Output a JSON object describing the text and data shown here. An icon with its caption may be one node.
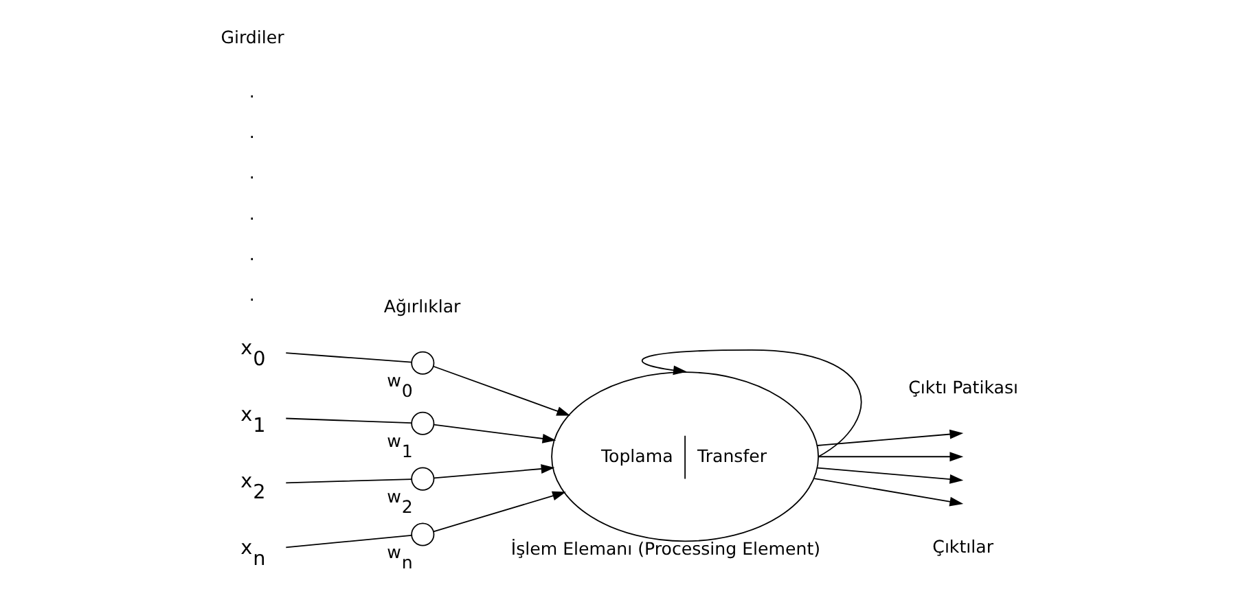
{
  "diagram": {
    "nodes": [
      {
        "text": [
          "x$_{0}$"
        ]
      },
      {
        "text": [],
        "shape": "circle",
        "beside": [
          "w$_{0}$"
        ]
      },
      {
        "text": [
          "x$_{1}$"
        ]
      },
      {
        "text": [],
        "shape": "circle",
        "beside": [
          "w$_{1}$"
        ]
      },
      {
        "text": [
          "x$_{2}$"
        ]
      },
      {
        "text": [],
        "shape": "circle",
        "beside": [
          "w$_{2}$"
        ]
      },
      {
        "text": [
          "x$_{n}$"
        ]
      },
      {
        "text": [],
        "shape": "circle",
        "beside": [
          "w$_{n}$"
        ]
      },
      {
        "text": [
          "Toplama",
          "Transfer"
        ],
        "beside": [
          "İşlem Elemanı (Processing Element)"
        ]
      }
    ],
    "edges": [
      {
        "from": 0,
        "to": 1,
        "arrow": "none"
      },
      {
        "from": 1,
        "to": 8,
        "arrow": "to"
      },
      {
        "from": 2,
        "to": 3,
        "arrow": "none"
      },
      {
        "from": 3,
        "to": 8,
        "arrow": "to"
      },
      {
        "from": 4,
        "to": 5,
        "arrow": "none"
      },
      {
        "from": 5,
        "to": 8,
        "arrow": "to"
      },
      {
        "from": 6,
        "to": 7,
        "arrow": "none"
      },
      {
        "from": 7,
        "to": 8,
        "arrow": "to"
      },
      {
        "from": 8,
        "to": 8,
        "arrow": "to"
      },
      {
        "from": 8,
        "to": null,
        "arrow": "to"
      },
      {
        "from": 8,
        "to": null,
        "arrow": "to"
      },
      {
        "from": 8,
        "to": null,
        "arrow": "to"
      },
      {
        "from": 8,
        "to": null,
        "arrow": "to"
      }
    ],
    "labels": [
      ".",
      ".",
      ".",
      ".",
      ".",
      ".",
      "Çıktı Patikası",
      "Girdiler",
      "Ağırlıklar",
      "Çıktılar"
    ]
  }
}
